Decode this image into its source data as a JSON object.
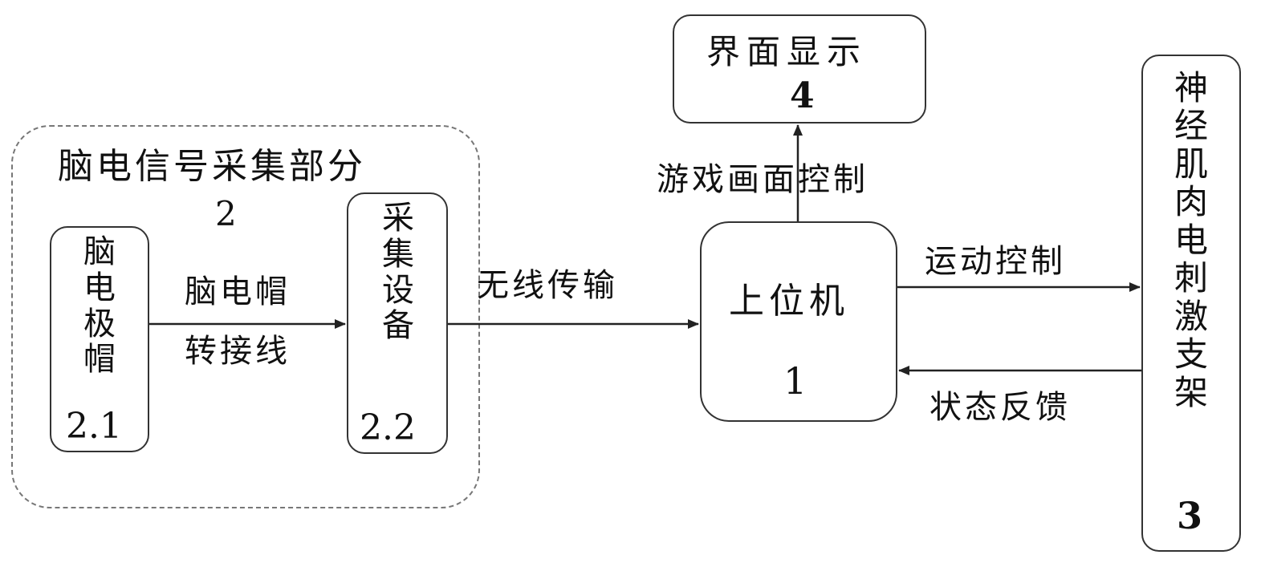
{
  "group": {
    "title": "脑电信号采集部分",
    "number": "2"
  },
  "nodes": {
    "eeg_cap": {
      "label": "脑电极帽",
      "number": "2.1"
    },
    "acquisition": {
      "label": "采集设备",
      "number": "2.2"
    },
    "host": {
      "label": "上位机",
      "number": "1"
    },
    "display": {
      "label": "界面显示",
      "number": "4"
    },
    "stimulator": {
      "label": "神经肌肉电刺激支架",
      "number": "3"
    }
  },
  "edges": {
    "cap_to_acq": {
      "line1": "脑电帽",
      "line2": "转接线"
    },
    "acq_to_host": {
      "label": "无线传输"
    },
    "host_to_display": {
      "label": "游戏画面控制"
    },
    "host_to_stim": {
      "label": "运动控制"
    },
    "stim_to_host": {
      "label": "状态反馈"
    }
  }
}
